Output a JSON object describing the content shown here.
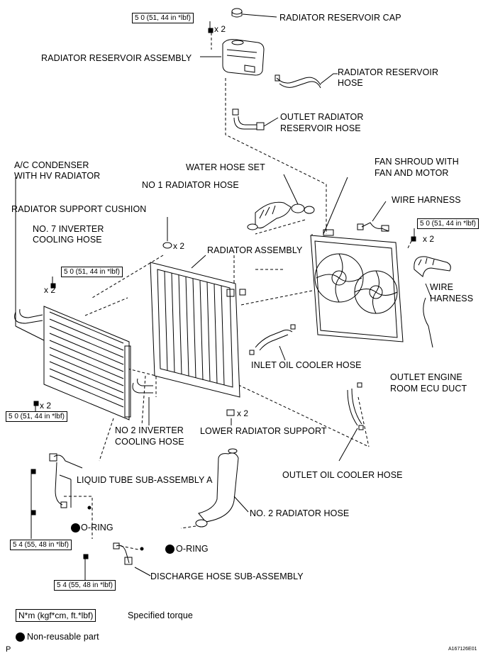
{
  "parts": {
    "radiator_reservoir_cap": "RADIATOR RESERVOIR CAP",
    "radiator_reservoir_assembly": "RADIATOR RESERVOIR ASSEMBLY",
    "radiator_reservoir_hose_1": "RADIATOR RESERVOIR",
    "radiator_reservoir_hose_2": "HOSE",
    "outlet_radiator_reservoir_hose_1": "OUTLET RADIATOR",
    "outlet_radiator_reservoir_hose_2": "RESERVOIR HOSE",
    "ac_condenser_1": "A/C CONDENSER",
    "ac_condenser_2": "WITH HV RADIATOR",
    "water_hose_set": "WATER HOSE SET",
    "fan_shroud_1": "FAN SHROUD WITH",
    "fan_shroud_2": "FAN AND MOTOR",
    "no1_radiator_hose": "NO  1 RADIATOR HOSE",
    "wire_harness_top": "WIRE HARNESS",
    "radiator_support_cushion": "RADIATOR SUPPORT CUSHION",
    "no7_inverter_1": "NO. 7 INVERTER",
    "no7_inverter_2": "COOLING HOSE",
    "radiator_assembly": "RADIATOR ASSEMBLY",
    "wire_harness_right_1": "WIRE",
    "wire_harness_right_2": "HARNESS",
    "inlet_oil_cooler_hose": "INLET OIL COOLER HOSE",
    "outlet_engine_room_ecu_duct_1": "OUTLET ENGINE",
    "outlet_engine_room_ecu_duct_2": "ROOM ECU DUCT",
    "no2_inverter_1": "NO  2 INVERTER",
    "no2_inverter_2": "COOLING HOSE",
    "lower_radiator_support": "LOWER RADIATOR SUPPORT",
    "outlet_oil_cooler_hose": "OUTLET OIL COOLER HOSE",
    "liquid_tube": "LIQUID TUBE SUB-ASSEMBLY A",
    "no2_radiator_hose": "NO. 2 RADIATOR HOSE",
    "o_ring_1": "O-RING",
    "o_ring_2": "O-RING",
    "discharge_hose": "DISCHARGE HOSE SUB-ASSEMBLY"
  },
  "torques": {
    "reservoir": "5 0 (51, 44 in *lbf)",
    "fan_shroud": "5 0 (51, 44 in *lbf)",
    "condenser_top": "5 0 (51, 44 in *lbf)",
    "condenser_bottom": "5 0 (51, 44 in *lbf)",
    "liquid_tube": "5 4 (55, 48 in *lbf)",
    "discharge_hose": "5 4 (55, 48 in *lbf)"
  },
  "quantities": {
    "reservoir_bolts": "x 2",
    "cushion": "x 2",
    "fan_shroud_bolts": "x 2",
    "condenser_top_bolts": "x 2",
    "condenser_bottom_bolts": "x 2",
    "lower_support": "x 2"
  },
  "legend": {
    "torque_unit": "N*m (kgf*cm, ft.*lbf)",
    "torque_desc": "Specified torque",
    "non_reusable": "Non-reusable part"
  },
  "corner_letter": "P",
  "figure_code": "A167126E01"
}
